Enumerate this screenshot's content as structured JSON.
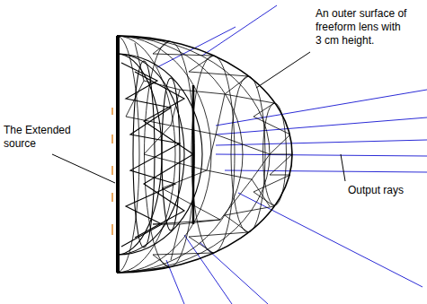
{
  "diagram": {
    "labels": [
      "An outer surface of freeform lens with 3 cm height.",
      "The Extended source",
      "Output rays"
    ]
  }
}
